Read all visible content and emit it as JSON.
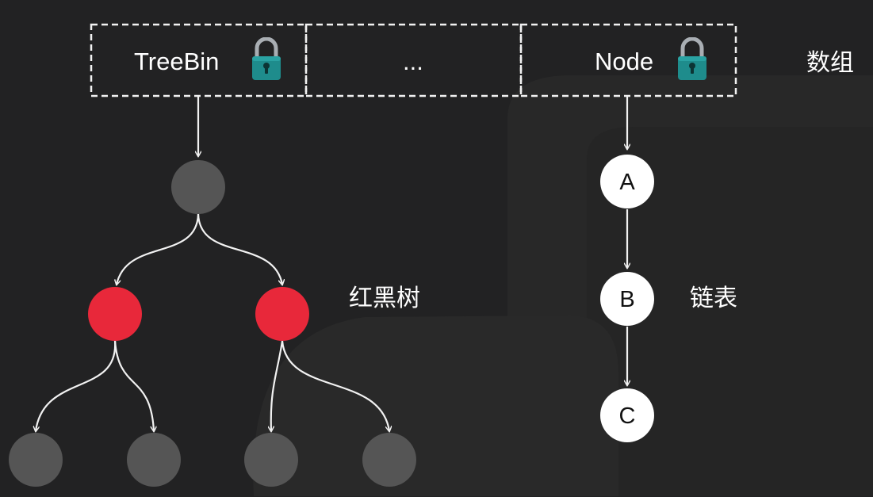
{
  "array": {
    "label": "数组",
    "cells": [
      {
        "text": "TreeBin",
        "locked": true
      },
      {
        "text": "...",
        "locked": false
      },
      {
        "text": "Node",
        "locked": true
      }
    ]
  },
  "tree": {
    "label": "红黑树",
    "colors": {
      "black": "#555555",
      "red": "#e8283a"
    }
  },
  "list": {
    "label": "链表",
    "nodes": [
      "A",
      "B",
      "C"
    ]
  },
  "colors": {
    "background": "#222223",
    "lock_body": "#1e8c8c",
    "lock_shackle": "#a9aeb3",
    "line": "#f2f2f2"
  }
}
